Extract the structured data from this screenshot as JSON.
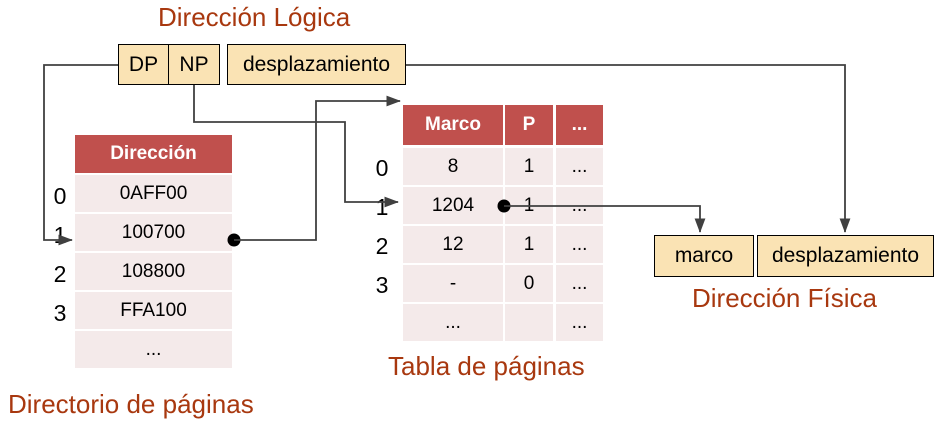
{
  "titles": {
    "logical_address": "Dirección Lógica",
    "physical_address": "Dirección Física",
    "page_directory": "Directorio de páginas",
    "page_table": "Tabla de páginas"
  },
  "logical_address_fields": {
    "dp": "DP",
    "np": "NP",
    "offset": "desplazamiento"
  },
  "physical_address_fields": {
    "frame": "marco",
    "offset": "desplazamiento"
  },
  "page_directory": {
    "header": [
      "Dirección"
    ],
    "row_indices": [
      "0",
      "1",
      "2",
      "3",
      ""
    ],
    "rows": [
      [
        "0AFF00"
      ],
      [
        "100700"
      ],
      [
        "108800"
      ],
      [
        "FFA100"
      ],
      [
        "..."
      ]
    ]
  },
  "page_table": {
    "header": [
      "Marco",
      "P",
      "..."
    ],
    "row_indices": [
      "0",
      "1",
      "2",
      "3",
      ""
    ],
    "rows": [
      [
        "8",
        "1",
        "..."
      ],
      [
        "1204",
        "1",
        "..."
      ],
      [
        "12",
        "1",
        "..."
      ],
      [
        "-",
        "0",
        "..."
      ],
      [
        "...",
        "",
        "..."
      ]
    ]
  },
  "colors": {
    "title_text": "#a8380f",
    "table_header_bg": "#c0504d",
    "table_row_bg": "#f4eaea",
    "field_box_bg": "#fae3b4",
    "wire": "#404040"
  }
}
